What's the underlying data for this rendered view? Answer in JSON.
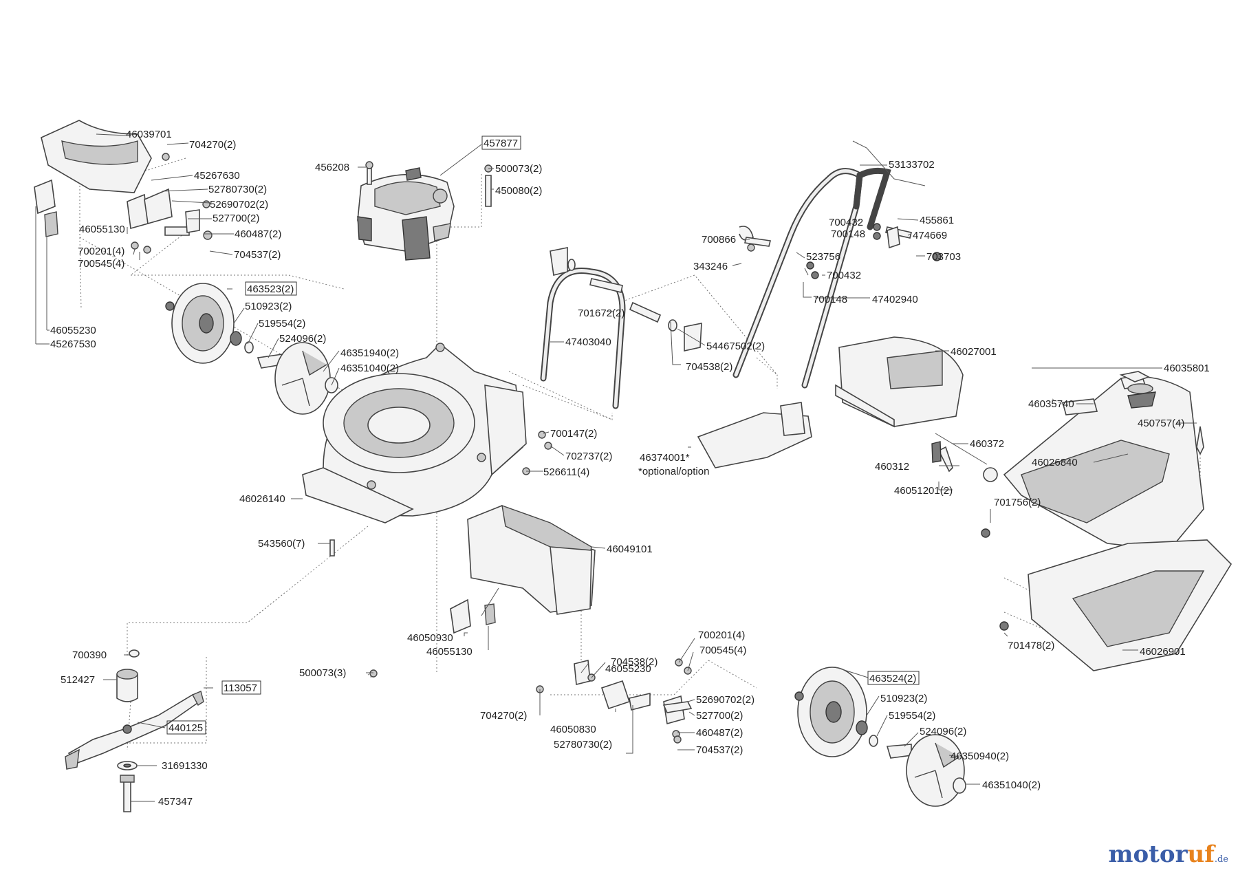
{
  "brand": {
    "name_a": "motor",
    "name_b": "uf",
    "tld": ".de"
  },
  "labels": [
    {
      "id": "l01",
      "text": "46039701"
    },
    {
      "id": "l02",
      "text": "704270(2)"
    },
    {
      "id": "l03",
      "text": "45267630"
    },
    {
      "id": "l04",
      "text": "52780730(2)"
    },
    {
      "id": "l05",
      "text": "52690702(2)"
    },
    {
      "id": "l06",
      "text": "527700(2)"
    },
    {
      "id": "l07",
      "text": "460487(2)"
    },
    {
      "id": "l08",
      "text": "704537(2)"
    },
    {
      "id": "l09",
      "text": "46055130"
    },
    {
      "id": "l10",
      "text": "700201(4)"
    },
    {
      "id": "l11",
      "text": "700545(4)"
    },
    {
      "id": "l12",
      "text": "46055230"
    },
    {
      "id": "l13",
      "text": "45267530"
    },
    {
      "id": "l14",
      "text": "463523(2)",
      "boxed": true
    },
    {
      "id": "l15",
      "text": "510923(2)"
    },
    {
      "id": "l16",
      "text": "519554(2)"
    },
    {
      "id": "l17",
      "text": "524096(2)"
    },
    {
      "id": "l18",
      "text": "46351940(2)"
    },
    {
      "id": "l19",
      "text": "46351040(2)"
    },
    {
      "id": "l20",
      "text": "457877",
      "boxed": true
    },
    {
      "id": "l21",
      "text": "456208"
    },
    {
      "id": "l22",
      "text": "500073(2)"
    },
    {
      "id": "l23",
      "text": "450080(2)"
    },
    {
      "id": "l24",
      "text": "46026140"
    },
    {
      "id": "l25",
      "text": "543560(7)"
    },
    {
      "id": "l26",
      "text": "700147(2)"
    },
    {
      "id": "l27",
      "text": "702737(2)"
    },
    {
      "id": "l28",
      "text": "526611(4)"
    },
    {
      "id": "l29",
      "text": "701672(2)"
    },
    {
      "id": "l30",
      "text": "47403040"
    },
    {
      "id": "l31",
      "text": "704538(2)"
    },
    {
      "id": "l32",
      "text": "54467502(2)"
    },
    {
      "id": "l33",
      "text": "343246"
    },
    {
      "id": "l34",
      "text": "700866"
    },
    {
      "id": "l35",
      "text": "53133702"
    },
    {
      "id": "l36",
      "text": "700432"
    },
    {
      "id": "l37",
      "text": "700148"
    },
    {
      "id": "l38",
      "text": "455861"
    },
    {
      "id": "l39",
      "text": "474669"
    },
    {
      "id": "l40",
      "text": "703703"
    },
    {
      "id": "l41",
      "text": "523756"
    },
    {
      "id": "l42",
      "text": "700432"
    },
    {
      "id": "l43",
      "text": "700148"
    },
    {
      "id": "l44",
      "text": "47402940"
    },
    {
      "id": "l45",
      "text": "46027001"
    },
    {
      "id": "l46",
      "text": "46374001*"
    },
    {
      "id": "l47",
      "text": "*optional/option"
    },
    {
      "id": "l48",
      "text": "460372"
    },
    {
      "id": "l49",
      "text": "460312"
    },
    {
      "id": "l50",
      "text": "46051201(2)"
    },
    {
      "id": "l51",
      "text": "46035801"
    },
    {
      "id": "l52",
      "text": "46035740"
    },
    {
      "id": "l53",
      "text": "450757(4)"
    },
    {
      "id": "l54",
      "text": "46026840"
    },
    {
      "id": "l55",
      "text": "701756(2)"
    },
    {
      "id": "l56",
      "text": "701478(2)"
    },
    {
      "id": "l57",
      "text": "46026901"
    },
    {
      "id": "l58",
      "text": "46049101"
    },
    {
      "id": "l59",
      "text": "46050930"
    },
    {
      "id": "l60",
      "text": "46055130"
    },
    {
      "id": "l61",
      "text": "500073(3)"
    },
    {
      "id": "l62",
      "text": "700390"
    },
    {
      "id": "l63",
      "text": "512427"
    },
    {
      "id": "l64",
      "text": "113057",
      "boxed": true
    },
    {
      "id": "l65",
      "text": "440125",
      "boxed": true
    },
    {
      "id": "l66",
      "text": "31691330"
    },
    {
      "id": "l67",
      "text": "457347"
    },
    {
      "id": "l68",
      "text": "46055230"
    },
    {
      "id": "l69",
      "text": "704538(2)"
    },
    {
      "id": "l70",
      "text": "700201(4)"
    },
    {
      "id": "l71",
      "text": "700545(4)"
    },
    {
      "id": "l72",
      "text": "704270(2)"
    },
    {
      "id": "l73",
      "text": "46050830"
    },
    {
      "id": "l74",
      "text": "52780730(2)"
    },
    {
      "id": "l75",
      "text": "52690702(2)"
    },
    {
      "id": "l76",
      "text": "527700(2)"
    },
    {
      "id": "l77",
      "text": "460487(2)"
    },
    {
      "id": "l78",
      "text": "704537(2)"
    },
    {
      "id": "l79",
      "text": "463524(2)",
      "boxed": true
    },
    {
      "id": "l80",
      "text": "510923(2)"
    },
    {
      "id": "l81",
      "text": "519554(2)"
    },
    {
      "id": "l82",
      "text": "524096(2)"
    },
    {
      "id": "l83",
      "text": "46350940(2)"
    },
    {
      "id": "l84",
      "text": "46351040(2)"
    }
  ]
}
